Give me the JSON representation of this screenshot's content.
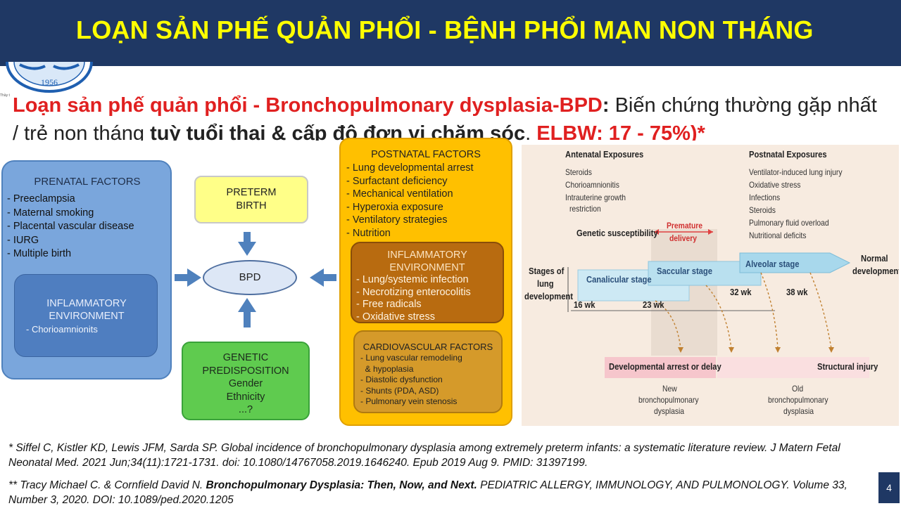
{
  "slide": {
    "title": "LOẠN SẢN PHẾ QUẢN PHỔI - BỆNH PHỔI MẠN NON THÁNG",
    "page_number": "4",
    "logo": {
      "year": "1956",
      "caption": "Thầy t"
    },
    "intro": {
      "red": "Loạn sản phế quản phổi - Bronchopulmonary dysplasia-BPD",
      "colon": ":",
      "text1": " Biến chứng thường gặp nhất / trẻ non tháng ",
      "bold": "tuỳ tuổi thai & cấp độ đơn vị chăm sóc",
      "comma": ". ",
      "red2": "ELBW: 17 - 75%)*"
    },
    "colors": {
      "header_bg": "#1f3864",
      "title": "#ffff00",
      "highlight_red": "#e02020"
    }
  },
  "diagram": {
    "prenatal": {
      "title": "PRENATAL FACTORS",
      "items": [
        "- Preeclampsia",
        "- Maternal smoking",
        "- Placental vascular disease",
        "- IURG",
        "- Multiple birth"
      ],
      "inflam_title_1": "INFLAMMATORY",
      "inflam_title_2": "ENVIRONMENT",
      "inflam_item": "- Chorioamnionits"
    },
    "preterm": {
      "line1": "PRETERM",
      "line2": "BIRTH"
    },
    "bpd": "BPD",
    "genetic": {
      "line1": "GENETIC",
      "line2": "PREDISPOSITION",
      "line3": "Gender",
      "line4": "Ethnicity",
      "line5": "...?"
    },
    "postnatal": {
      "title": "POSTNATAL FACTORS",
      "items": [
        "- Lung developmental arrest",
        "- Surfactant deficiency",
        "- Mechanical ventilation",
        "- Hyperoxia exposure",
        "- Ventilatory strategies",
        "- Nutrition"
      ],
      "inflam_title_1": "INFLAMMATORY",
      "inflam_title_2": "ENVIRONMENT",
      "inflam_items": [
        "- Lung/systemic infection",
        "- Necrotizing enterocolitis",
        "- Free radicals",
        "- Oxidative stress"
      ],
      "cardio_title": "CARDIOVASCULAR FACTORS",
      "cardio_items": [
        "- Lung vascular remodeling",
        "  & hypoplasia",
        "- Diastolic dysfunction",
        "- Shunts (PDA, ASD)",
        "- Pulmonary vein stenosis"
      ]
    }
  },
  "panel": {
    "antenatal_title": "Antenatal Exposures",
    "antenatal_items": [
      "Steroids",
      "Chorioamnionitis",
      "Intrauterine growth",
      "restriction"
    ],
    "postnatal_title": "Postnatal Exposures",
    "postnatal_items": [
      "Ventilator-induced lung injury",
      "Oxidative stress",
      "Infections",
      "Steroids",
      "Pulmonary fluid overload",
      "Nutritional deficits"
    ],
    "genetic": "Genetic susceptibility",
    "premature_1": "Premature",
    "premature_2": "delivery",
    "stages_1": "Stages of",
    "stages_2": "lung",
    "stages_3": "development",
    "canalicular": "Canalicular stage",
    "saccular": "Saccular stage",
    "alveolar": "Alveolar stage",
    "normal_1": "Normal",
    "normal_2": "development",
    "wk16": "16 wk",
    "wk23": "23 wk",
    "wk32": "32 wk",
    "wk38": "38 wk",
    "arrest": "Developmental arrest or delay",
    "injury": "Structural injury",
    "new_1": "New",
    "new_2": "bronchopulmonary",
    "new_3": "dysplasia",
    "old_1": "Old",
    "old_2": "bronchopulmonary",
    "old_3": "dysplasia"
  },
  "footnotes": {
    "fn1": "* Siffel C, Kistler KD, Lewis JFM, Sarda SP. Global incidence of bronchopulmonary dysplasia among extremely preterm infants: a systematic literature review. J Matern Fetal Neonatal Med. 2021 Jun;34(11):1721-1731.  doi: 10.1080/14767058.2019.1646240.  Epub 2019 Aug 9. PMID: 31397199.",
    "fn2_pre": "** Tracy Michael C. & Cornfield David N. ",
    "fn2_bold": "Bronchopulmonary Dysplasia: Then, Now, and Next.",
    "fn2_post": " PEDIATRIC ALLERGY, IMMUNOLOGY, AND PULMONOLOGY. Volume 33, Number 3, 2020. DOI: 10.1089/ped.2020.1205"
  }
}
